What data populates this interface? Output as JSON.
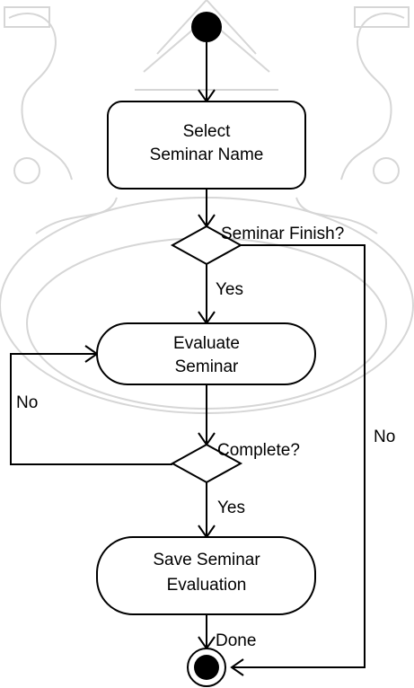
{
  "diagram": {
    "nodes": {
      "select_seminar_line1": "Select",
      "select_seminar_line2": "Seminar Name",
      "evaluate_seminar_line1": "Evaluate",
      "evaluate_seminar_line2": "Seminar",
      "save_evaluation_line1": "Save Seminar",
      "save_evaluation_line2": "Evaluation"
    },
    "decisions": {
      "seminar_finish": "Seminar Finish?",
      "complete": "Complete?"
    },
    "edge_labels": {
      "seminar_finish_yes": "Yes",
      "seminar_finish_no": "No",
      "complete_yes": "Yes",
      "complete_no": "No",
      "done": "Done"
    }
  }
}
